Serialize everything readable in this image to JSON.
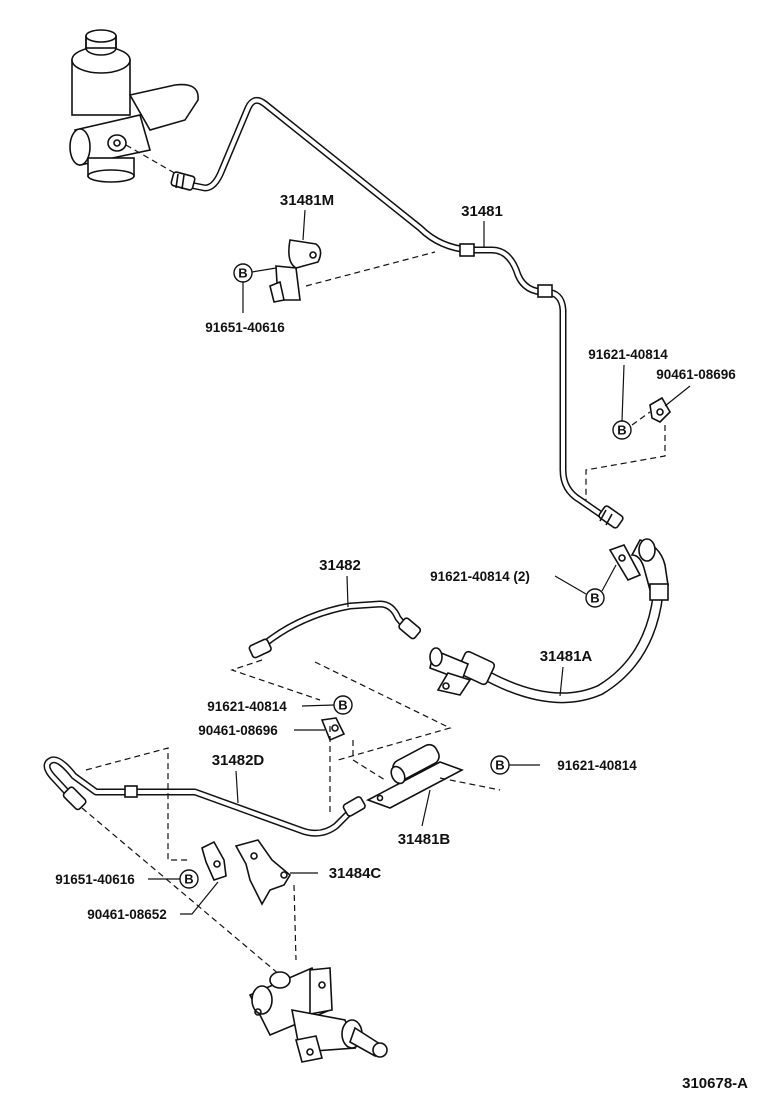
{
  "labels": {
    "p31481": "31481",
    "p31481M": "31481M",
    "p31481A": "31481A",
    "p31481B": "31481B",
    "p31482": "31482",
    "p31482D": "31482D",
    "p31484C": "31484C",
    "bolt_a": "91651-40616",
    "bolt_b": "91621-40814",
    "clip_a": "90461-08696",
    "bolt_b_top": "91621-40814",
    "clip_a_top": "90461-08696",
    "bolt_b2": "91621-40814 (2)",
    "bolt_b_mid": "91621-40814",
    "clip_a_mid": "90461-08696",
    "bolt_b_right": "91621-40814",
    "bolt_a_low": "91651-40616",
    "clip_b": "90461-08652"
  },
  "badge_letter": "B",
  "figure_id": "310678-A"
}
